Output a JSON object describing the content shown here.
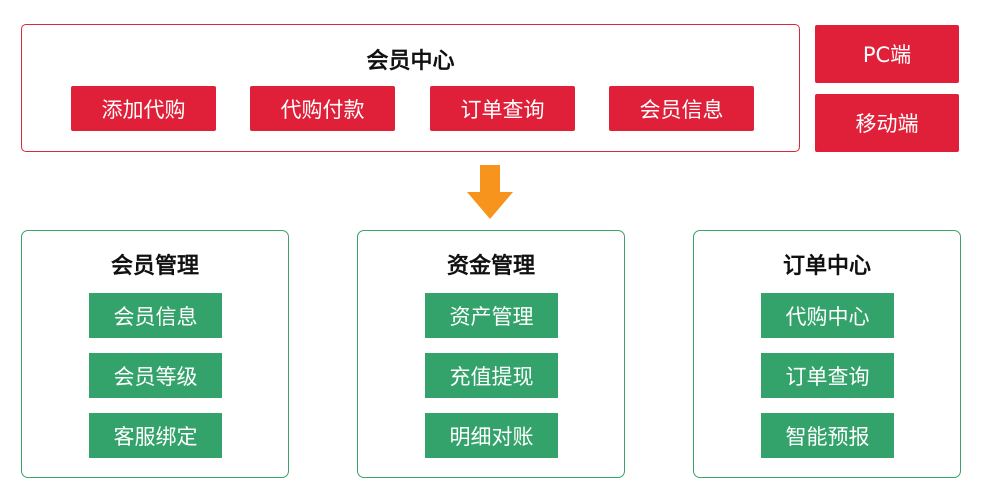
{
  "top": {
    "title": "会员中心",
    "buttons": [
      "添加代购",
      "代购付款",
      "订单查询",
      "会员信息"
    ]
  },
  "side": [
    "PC端",
    "移动端"
  ],
  "modules": [
    {
      "title": "会员管理",
      "items": [
        "会员信息",
        "会员等级",
        "客服绑定"
      ]
    },
    {
      "title": "资金管理",
      "items": [
        "资产管理",
        "充值提现",
        "明细对账"
      ]
    },
    {
      "title": "订单中心",
      "items": [
        "代购中心",
        "订单查询",
        "智能预报"
      ]
    }
  ],
  "colors": {
    "red": "#e02039",
    "green": "#34a36b",
    "arrow": "#f7941d"
  }
}
